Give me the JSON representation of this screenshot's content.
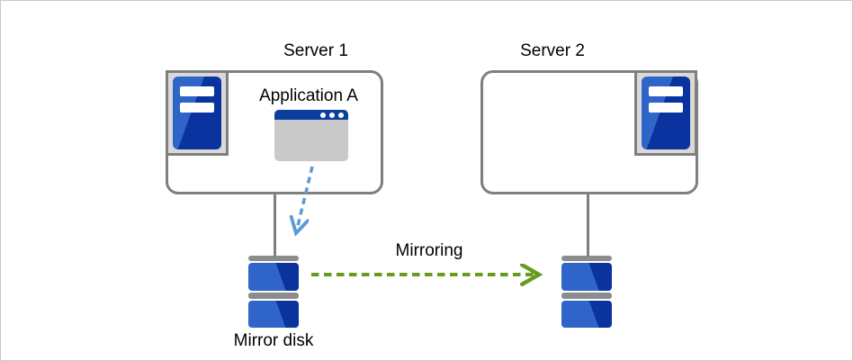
{
  "diagram": {
    "server1": {
      "label": "Server 1",
      "application_label": "Application A"
    },
    "server2": {
      "label": "Server 2"
    },
    "mirroring_label": "Mirroring",
    "mirror_disk_label": "Mirror disk",
    "colors": {
      "box_border": "#7f7f7f",
      "icon_panel_bg": "#d9d9d9",
      "tower_blue_light": "#2f64c9",
      "tower_blue_dark": "#0a33a0",
      "window_titlebar_blue": "#0b3f9e",
      "window_body_gray": "#c9c9c9",
      "disk_gray": "#8c8c8c",
      "arrow_blue": "#5b9bd5",
      "arrow_green": "#669b1e",
      "canvas_border": "#c9c9c9"
    }
  }
}
